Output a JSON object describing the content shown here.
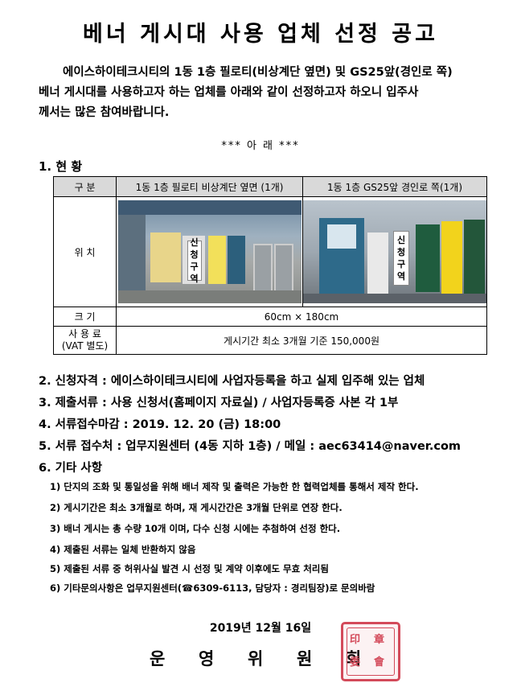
{
  "title": "베너 게시대 사용 업체 선정 공고",
  "intro": {
    "line1": "에이스하이테크시티의 1동 1층 필로티(비상계단 옆면) 및 GS25앞(경인로 쪽)",
    "line2": "베너 게시대를 사용하고자 하는 업체를 아래와 같이 선정하고자 하오니 입주사",
    "line3": "께서는 많은 참여바랍니다."
  },
  "below": "***   아     래   ***",
  "section1": "1. 현  황",
  "table": {
    "header": [
      "구    분",
      "1동 1층 필로티 비상계단 옆면 (1개)",
      "1동 1층 GS25앞 경인로 쪽(1개)"
    ],
    "row_location": "위    치",
    "row_size_label": "크    기",
    "row_size_value": "60cm  ×  180cm",
    "row_fee_label": "사 용 료",
    "row_fee_sub": "(VAT 별도)",
    "row_fee_value": "게시기간 최소 3개월 기준 150,000원",
    "photo1_sign": [
      "신",
      "청",
      "구",
      "역"
    ],
    "photo2_sign": [
      "신",
      "청",
      "구",
      "역"
    ]
  },
  "items": [
    "2. 신청자격 : 에이스하이테크시티에 사업자등록을 하고 실제 입주해 있는 업체",
    "3. 제출서류 : 사용 신청서(홈페이지 자료실) / 사업자등록증 사본 각 1부",
    "4. 서류접수마감 : 2019. 12. 20 (금) 18:00",
    "5. 서류 접수처 : 업무지원센터 (4동 지하 1층) / 메일 : aec63414@naver.com",
    "6. 기타 사항"
  ],
  "subitems": [
    "1) 단지의 조화 및 통일성을 위해 배너 제작 및 출력은 가능한 한 협력업체를 통해서 제작 한다.",
    "2) 게시기간은 최소 3개월로 하며, 재 게시간간은 3개월 단위로 연장 한다.",
    "3) 배너 게시는 총 수량 10개 이며, 다수 신청 시에는 추첨하여 선정 한다.",
    "4) 제출된 서류는 일체 반환하지 않음",
    "5) 제출된 서류 중 허위사실 발견 시 선정 및 계약 이후에도 무효 처리됨",
    "6) 기타문의사항은 업무지원센터(☎6309-6113, 담당자 : 경리팀장)로 문의바람"
  ],
  "date": "2019년   12월   16일",
  "committee": [
    "운",
    "영",
    "위",
    "원",
    "회"
  ],
  "colors": {
    "seal": "#d34a5a",
    "header_bg": "#d9d9d9"
  }
}
